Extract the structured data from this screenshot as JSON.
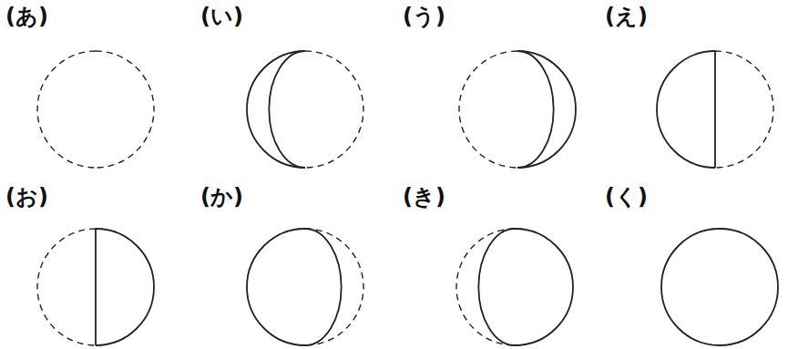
{
  "diagram": {
    "labels": [
      "(あ)",
      "(い)",
      "(う)",
      "(え)",
      "(お)",
      "(か)",
      "(き)",
      "(く)"
    ]
  }
}
